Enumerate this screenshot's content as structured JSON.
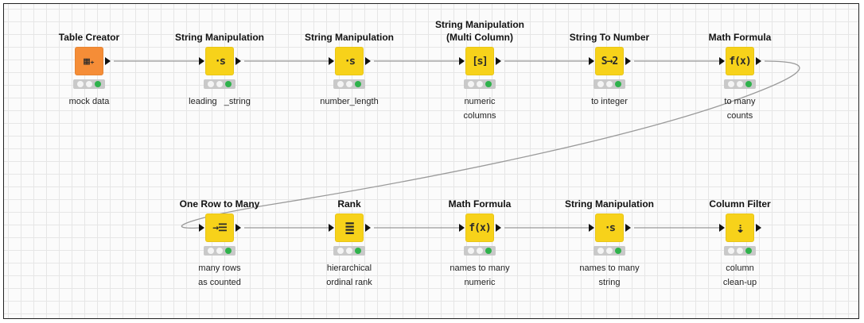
{
  "workflow": {
    "nodes": [
      {
        "title": "Table Creator",
        "icon": "table-plus-icon",
        "glyph": "▦₊",
        "label": "mock data",
        "type": "source"
      },
      {
        "title": "String Manipulation",
        "icon": "string-manipulation-icon",
        "glyph": "·ꜱ",
        "label": "leading   _string",
        "type": "manip"
      },
      {
        "title": "String Manipulation",
        "icon": "string-manipulation-icon",
        "glyph": "·ꜱ",
        "label": "number_length",
        "type": "manip"
      },
      {
        "title": "String Manipulation\n(Multi Column)",
        "icon": "string-manipulation-multi-icon",
        "glyph": "[ꜱ]",
        "label": "numeric\ncolumns",
        "type": "manip"
      },
      {
        "title": "String To Number",
        "icon": "string-to-number-icon",
        "glyph": "S→2",
        "label": "to integer",
        "type": "manip"
      },
      {
        "title": "Math Formula",
        "icon": "math-formula-icon",
        "glyph": "f(x)",
        "label": "to many\ncounts",
        "type": "manip"
      },
      {
        "title": "One Row to Many",
        "icon": "one-row-to-many-icon",
        "glyph": "→☰",
        "label": "many rows\nas counted",
        "type": "manip"
      },
      {
        "title": "Rank",
        "icon": "rank-icon",
        "glyph": "≣",
        "label": "hierarchical\nordinal rank",
        "type": "manip"
      },
      {
        "title": "Math Formula",
        "icon": "math-formula-icon",
        "glyph": "f(x)",
        "label": "names to many\nnumeric",
        "type": "manip"
      },
      {
        "title": "String Manipulation",
        "icon": "string-manipulation-icon",
        "glyph": "·ꜱ",
        "label": "names to many\nstring",
        "type": "manip"
      },
      {
        "title": "Column Filter",
        "icon": "column-filter-icon",
        "glyph": "⇣",
        "label": "column\nclean-up",
        "type": "manip"
      }
    ]
  }
}
